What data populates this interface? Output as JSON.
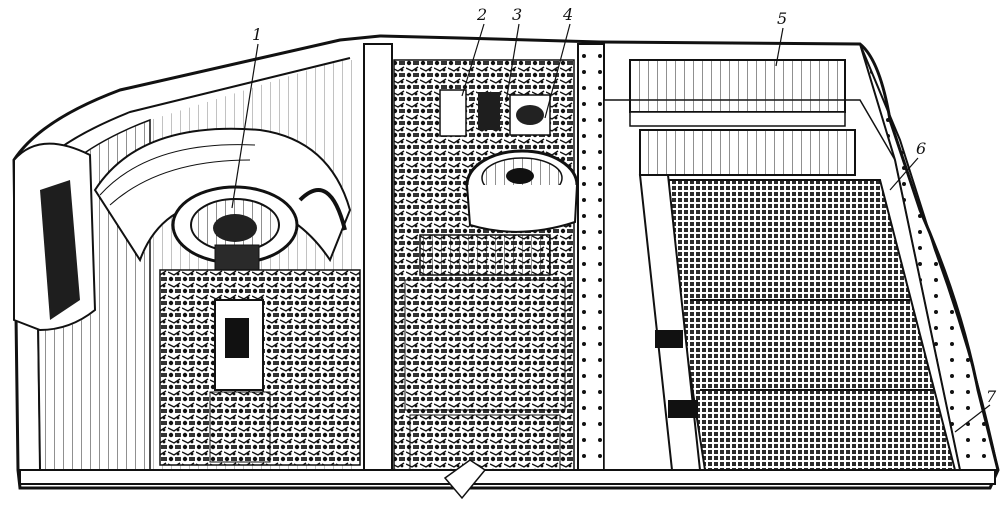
{
  "callouts": [
    {
      "id": "1",
      "label": "1"
    },
    {
      "id": "2",
      "label": "2"
    },
    {
      "id": "3",
      "label": "3"
    },
    {
      "id": "4",
      "label": "4"
    },
    {
      "id": "5",
      "label": "5"
    },
    {
      "id": "6",
      "label": "6"
    },
    {
      "id": "7",
      "label": "7"
    }
  ],
  "colors": {
    "ink": "#111111",
    "paper": "#ffffff",
    "shade": "#3a3a3a"
  }
}
